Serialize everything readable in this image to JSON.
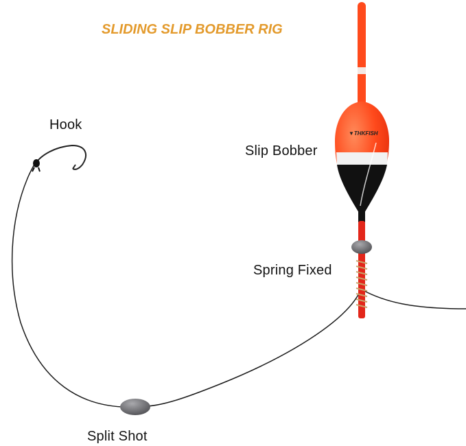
{
  "title": "SLIDING SLIP BOBBER RIG",
  "labels": {
    "hook": "Hook",
    "slip_bobber": "Slip Bobber",
    "spring_fixed": "Spring Fixed",
    "split_shot": "Split Shot"
  },
  "brand": "THKFISH",
  "colors": {
    "title": "#E39A2C",
    "bobber_orange": "#FF4A1C",
    "bobber_black": "#111111",
    "band_white": "#F2F2F2",
    "stem_red": "#E3261A",
    "lead": "#6E6E72"
  }
}
